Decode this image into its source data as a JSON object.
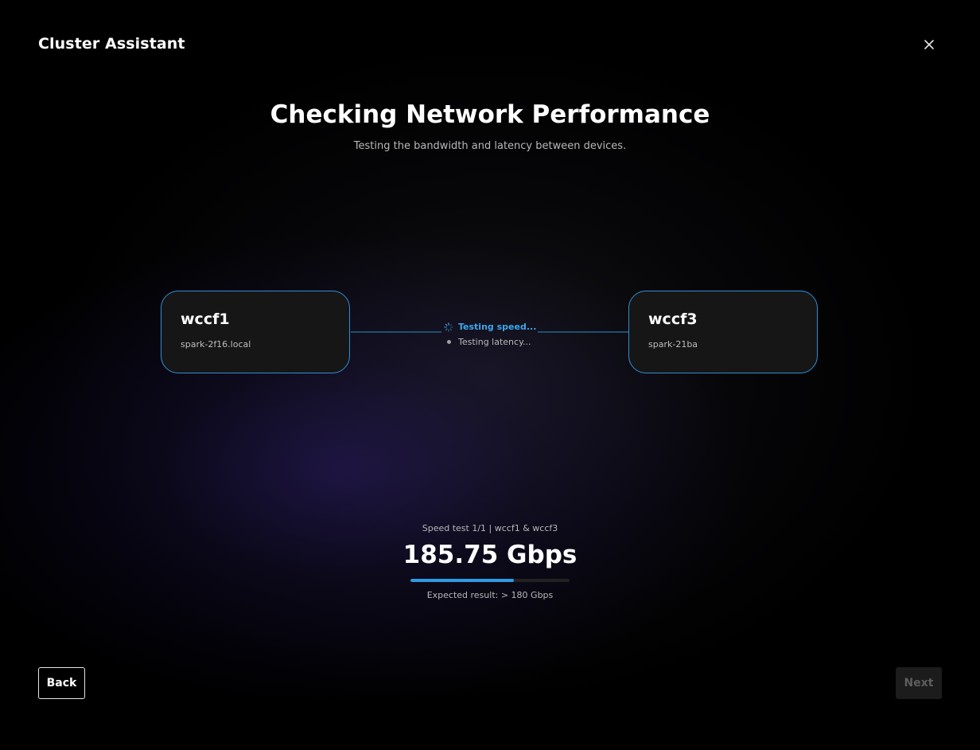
{
  "window": {
    "title": "Cluster Assistant",
    "close_icon": "close-icon"
  },
  "main": {
    "heading": "Checking Network Performance",
    "subheading": "Testing the bandwidth and latency between devices."
  },
  "nodes": [
    {
      "name": "wccf1",
      "host": "spark-2f16.local"
    },
    {
      "name": "wccf3",
      "host": "spark-21ba"
    }
  ],
  "link_status": {
    "items": [
      {
        "label": "Testing speed...",
        "state": "active",
        "icon": "spinner-icon"
      },
      {
        "label": "Testing latency...",
        "state": "pending",
        "icon": "dot-icon"
      }
    ]
  },
  "result": {
    "label": "Speed test 1/1 | wccf1 & wccf3",
    "value": "185.75 Gbps",
    "progress": 0.65,
    "expected": "Expected result: > 180 Gbps"
  },
  "footer": {
    "back_label": "Back",
    "next_label": "Next",
    "next_disabled": true
  },
  "colors": {
    "accent": "#2e9be6",
    "node_border": "#2e8fd6",
    "active_text": "#3ba7ee",
    "disabled_text": "#5e5e5e"
  }
}
